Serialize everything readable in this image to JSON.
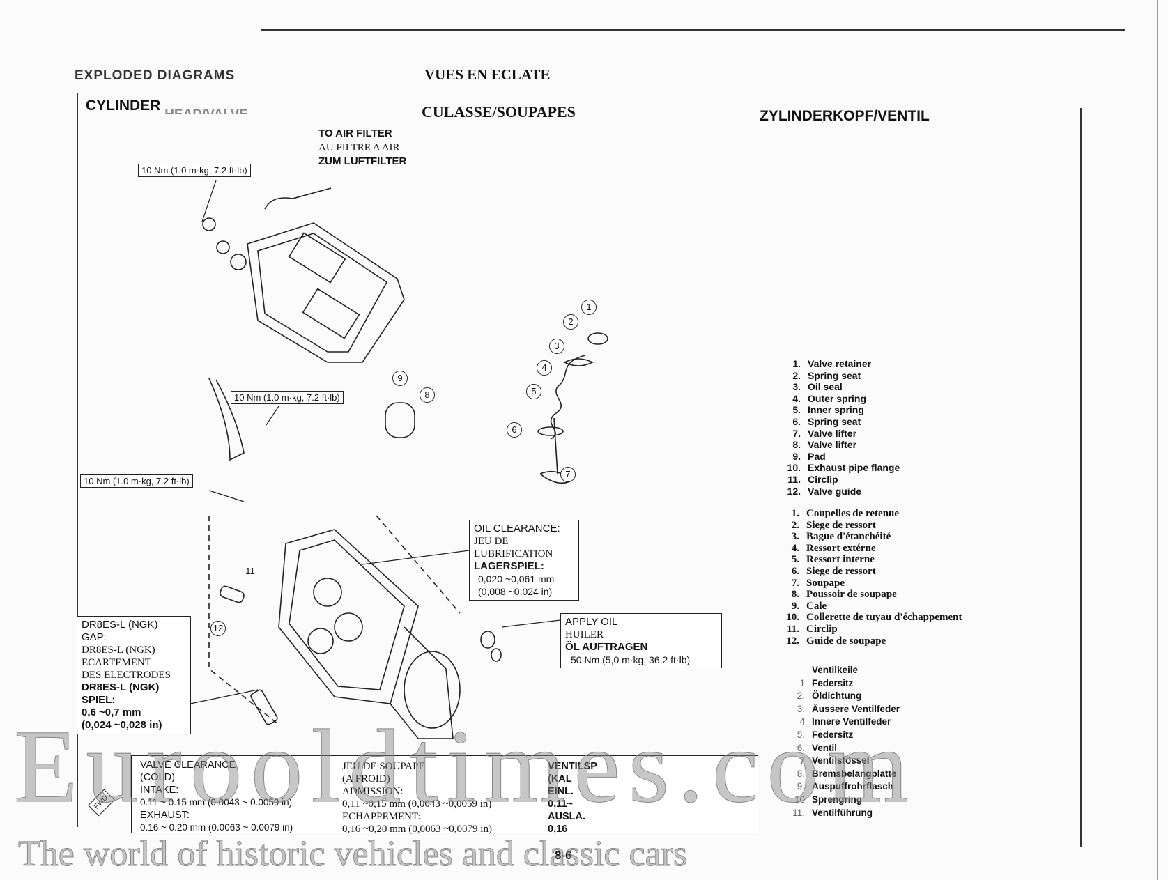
{
  "header": {
    "section_en": "EXPLODED DIAGRAMS",
    "section_fr": "VUES EN ECLATE"
  },
  "titles": {
    "en": "CYLINDER",
    "en_faded": "HEAD/VALVE",
    "fr": "CULASSE/SOUPAPES",
    "de": "ZYLINDERKOPF/VENTIL"
  },
  "air_filter": [
    "TO AIR FILTER",
    "AU FILTRE A AIR",
    "ZUM LUFTFILTER"
  ],
  "torque_labels": [
    "10 Nm (1.0 m·kg, 7.2 ft·lb)",
    "10 Nm (1.0 m·kg, 7.2 ft·lb)",
    "10 Nm (1.0 m·kg, 7.2 ft·lb)"
  ],
  "callouts": [
    "1",
    "2",
    "3",
    "4",
    "5",
    "6",
    "7",
    "8",
    "9",
    "11",
    "12"
  ],
  "oil_clearance": [
    "OIL CLEARANCE:",
    "JEU DE",
    "LUBRIFICATION",
    "LAGERSPIEL:",
    "0,020 ~0,061 mm",
    "(0,008 ~0,024 in)"
  ],
  "apply_oil": [
    "APPLY OIL",
    "HUILER",
    "ÖL AUFTRAGEN",
    "50 Nm (5,0 m·kg, 36,2 ft·lb)"
  ],
  "spark_plug": [
    "DR8ES-L (NGK)",
    "GAP:",
    "DR8ES-L (NGK)",
    "ECARTEMENT",
    "DES ELECTRODES",
    "DR8ES-L (NGK)",
    "SPIEL:",
    "0,6 ~0,7 mm",
    "(0,024 ~0,028 in)"
  ],
  "valve_clearance": {
    "fwd": "FWD",
    "en": [
      "VALVE CLEARANCE",
      "(COLD)",
      "INTAKE:",
      "0.11 ~ 0.15 mm (0.0043 ~ 0.0059 in)",
      "EXHAUST:",
      "0.16 ~ 0.20 mm (0.0063 ~ 0.0079 in)"
    ],
    "fr": [
      "JEU DE SOUPAPE",
      "(A FROID)",
      "ADMISSION:",
      "0,11 ~0,15 mm (0,0043 ~0,0059 in)",
      "ECHAPPEMENT:",
      "0,16 ~0,20 mm (0,0063 ~0,0079 in)"
    ],
    "de": [
      "VENTILSP",
      "(KAL",
      "EINL.",
      "0,11~",
      "AUSLA.",
      "0,16"
    ]
  },
  "parts_en": [
    {
      "n": "1.",
      "t": "Valve retainer"
    },
    {
      "n": "2.",
      "t": "Spring seat"
    },
    {
      "n": "3.",
      "t": "Oil seal"
    },
    {
      "n": "4.",
      "t": "Outer spring"
    },
    {
      "n": "5.",
      "t": "Inner spring"
    },
    {
      "n": "6.",
      "t": "Spring seat"
    },
    {
      "n": "7.",
      "t": "Valve lifter"
    },
    {
      "n": "8.",
      "t": "Valve lifter"
    },
    {
      "n": "9.",
      "t": "Pad"
    },
    {
      "n": "10.",
      "t": "Exhaust pipe flange"
    },
    {
      "n": "11.",
      "t": "Circlip"
    },
    {
      "n": "12.",
      "t": "Valve guide"
    }
  ],
  "parts_fr": [
    {
      "n": "1.",
      "t": "Coupelles de retenue"
    },
    {
      "n": "2.",
      "t": "Siege de ressort"
    },
    {
      "n": "3.",
      "t": "Bague d'étanchéité"
    },
    {
      "n": "4.",
      "t": "Ressort extérne"
    },
    {
      "n": "5.",
      "t": "Ressort interne"
    },
    {
      "n": "6.",
      "t": "Siege de ressort"
    },
    {
      "n": "7.",
      "t": "Soupape"
    },
    {
      "n": "8.",
      "t": "Poussoir de soupape"
    },
    {
      "n": "9.",
      "t": "Cale"
    },
    {
      "n": "10.",
      "t": "Collerette de tuyau d'échappement"
    },
    {
      "n": "11.",
      "t": "Circlip"
    },
    {
      "n": "12.",
      "t": "Guide de soupape"
    }
  ],
  "parts_de": [
    {
      "n": "",
      "t": "Ventilkeile"
    },
    {
      "n": "1",
      "t": "Federsitz"
    },
    {
      "n": "2.",
      "t": "Öldichtung"
    },
    {
      "n": "3.",
      "t": "Äussere Ventilfeder"
    },
    {
      "n": "4",
      "t": "Innere Ventilfeder"
    },
    {
      "n": "5.",
      "t": "Federsitz"
    },
    {
      "n": "6.",
      "t": "Ventil"
    },
    {
      "n": "7",
      "t": "Ventilstössel"
    },
    {
      "n": "8.",
      "t": "Bremsbelangplatte"
    },
    {
      "n": "9.",
      "t": "Auspuffrohrflasch"
    },
    {
      "n": "10",
      "t": "Sprengring"
    },
    {
      "n": "11.",
      "t": "Ventilführung"
    }
  ],
  "page_number": "8-6",
  "watermark": {
    "site": "Eurooldtimes.com",
    "tagline": "The world of historic vehicles and classic cars"
  }
}
